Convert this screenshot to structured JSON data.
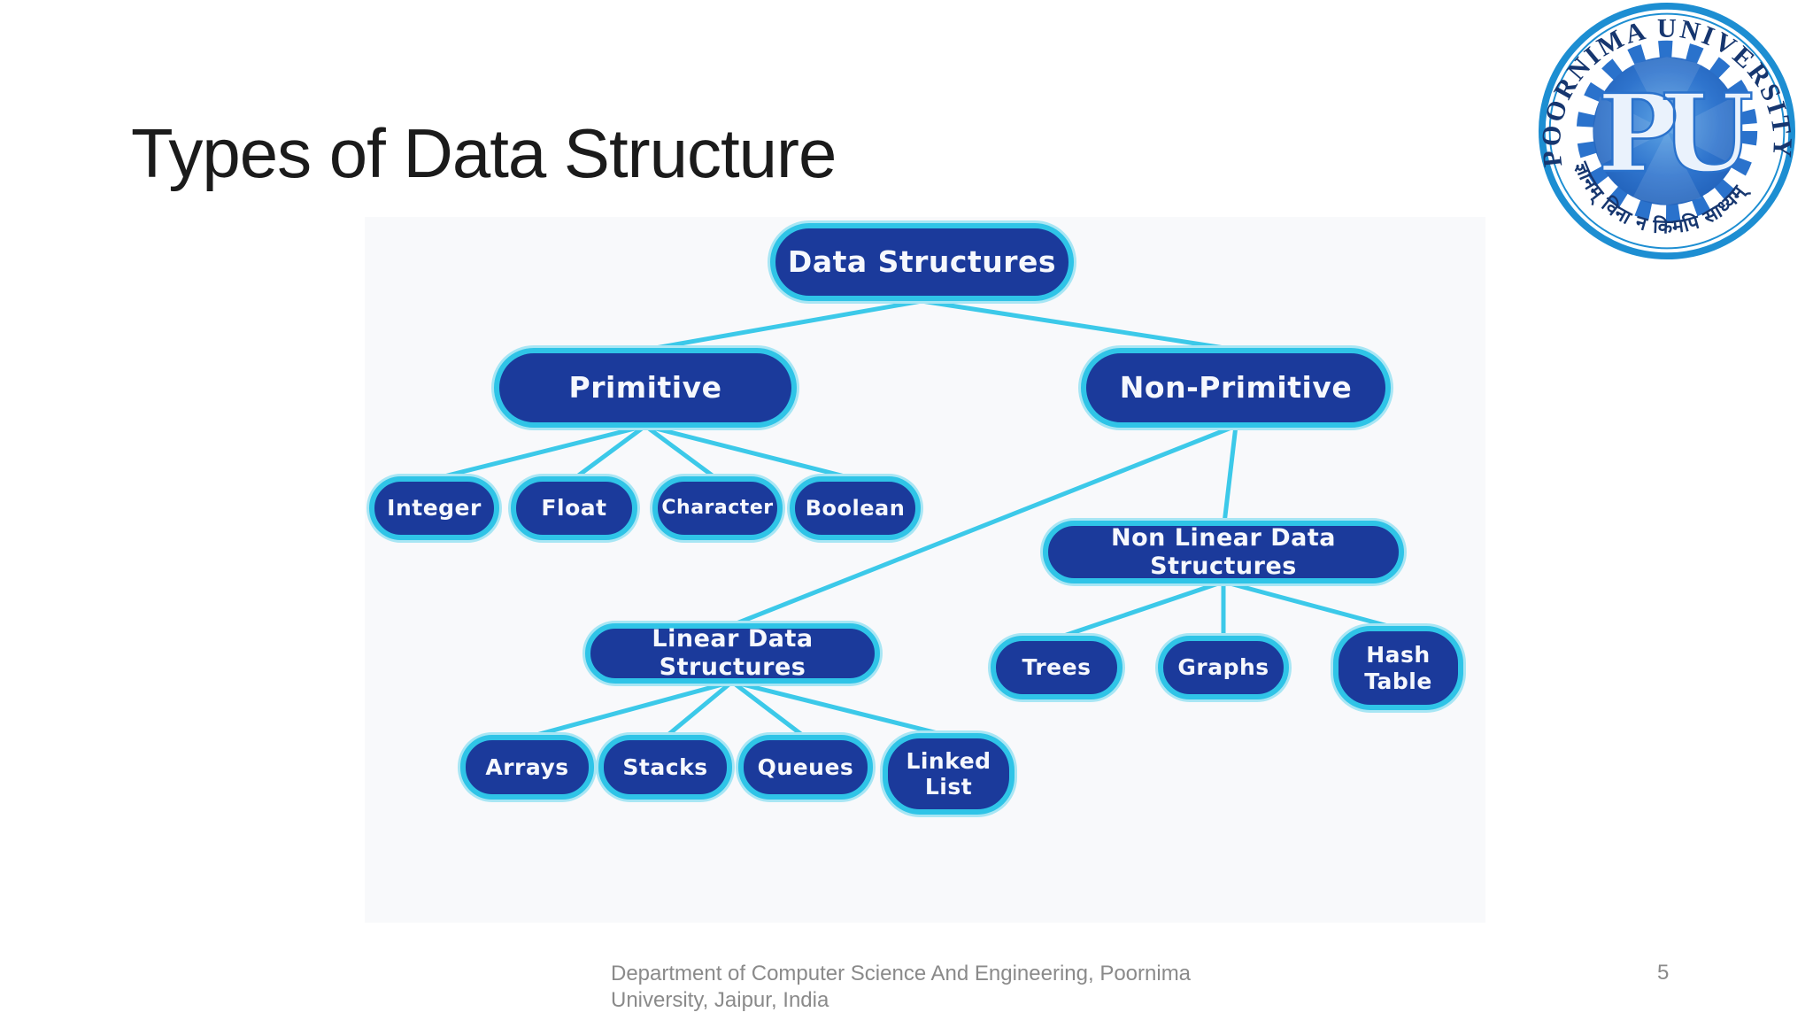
{
  "slide": {
    "title": "Types of Data Structure",
    "page_number": "5",
    "footer": {
      "line1": "Department of Computer Science And Engineering, Poornima",
      "line2": "University, Jaipur, India"
    }
  },
  "logo": {
    "university_name": "POORNIMA UNIVERSITY",
    "motto": "ज्ञानम् विना न किमपि साध्यम्",
    "monogram": "PU"
  },
  "diagram": {
    "tree": {
      "label": "Data Structures",
      "children": [
        {
          "label": "Primitive",
          "children": [
            {
              "label": "Integer"
            },
            {
              "label": "Float"
            },
            {
              "label": "Character"
            },
            {
              "label": "Boolean"
            }
          ]
        },
        {
          "label": "Non-Primitive",
          "children": [
            {
              "label": "Linear Data Structures",
              "children": [
                {
                  "label": "Arrays"
                },
                {
                  "label": "Stacks"
                },
                {
                  "label": "Queues"
                },
                {
                  "label": "Linked List"
                }
              ]
            },
            {
              "label": "Non Linear Data Structures",
              "children": [
                {
                  "label": "Trees"
                },
                {
                  "label": "Graphs"
                },
                {
                  "label": "Hash Table"
                }
              ]
            }
          ]
        }
      ]
    }
  },
  "colors": {
    "node_fill": "#1b3a9b",
    "node_border_cyan": "#2fc4e7",
    "connector_cyan": "#3cc9e9",
    "panel_background": "#f8f9fb",
    "title_color": "#1b1b1b",
    "footer_gray": "#8a8a8a",
    "logo_ring_blue": "#1d8ed2",
    "logo_text_navy": "#16366f"
  }
}
